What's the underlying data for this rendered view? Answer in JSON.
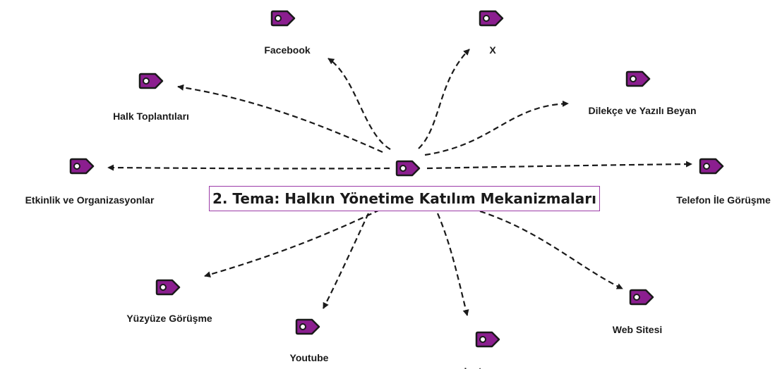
{
  "theme": {
    "title": "2. Tema: Halkın Yönetime Katılım Mekanizmaları"
  },
  "colors": {
    "icon_fill": "#8b1e8f",
    "icon_stroke": "#1a1a1a",
    "box_border": "#9b3aa7"
  },
  "nodes": [
    {
      "id": "facebook",
      "label": "Facebook",
      "icon": "code-tag-icon"
    },
    {
      "id": "x",
      "label": "X",
      "icon": "code-tag-icon"
    },
    {
      "id": "halk",
      "label": "Halk Toplantıları",
      "icon": "code-tag-icon"
    },
    {
      "id": "dilekce",
      "label": "Dilekçe ve Yazılı Beyan",
      "icon": "code-tag-icon"
    },
    {
      "id": "etkinlik",
      "label": "Etkinlik ve Organizasyonlar",
      "icon": "code-tag-icon"
    },
    {
      "id": "telefon",
      "label": "Telefon İle Görüşme",
      "icon": "code-tag-icon"
    },
    {
      "id": "yuzyuze",
      "label": "Yüzyüze Görüşme",
      "icon": "code-tag-icon"
    },
    {
      "id": "youtube",
      "label": "Youtube",
      "icon": "code-tag-icon"
    },
    {
      "id": "instagram",
      "label": "Instagram",
      "icon": "code-tag-icon"
    },
    {
      "id": "web",
      "label": "Web Sitesi",
      "icon": "code-tag-icon"
    }
  ],
  "center": {
    "icon": "code-tag-icon"
  }
}
